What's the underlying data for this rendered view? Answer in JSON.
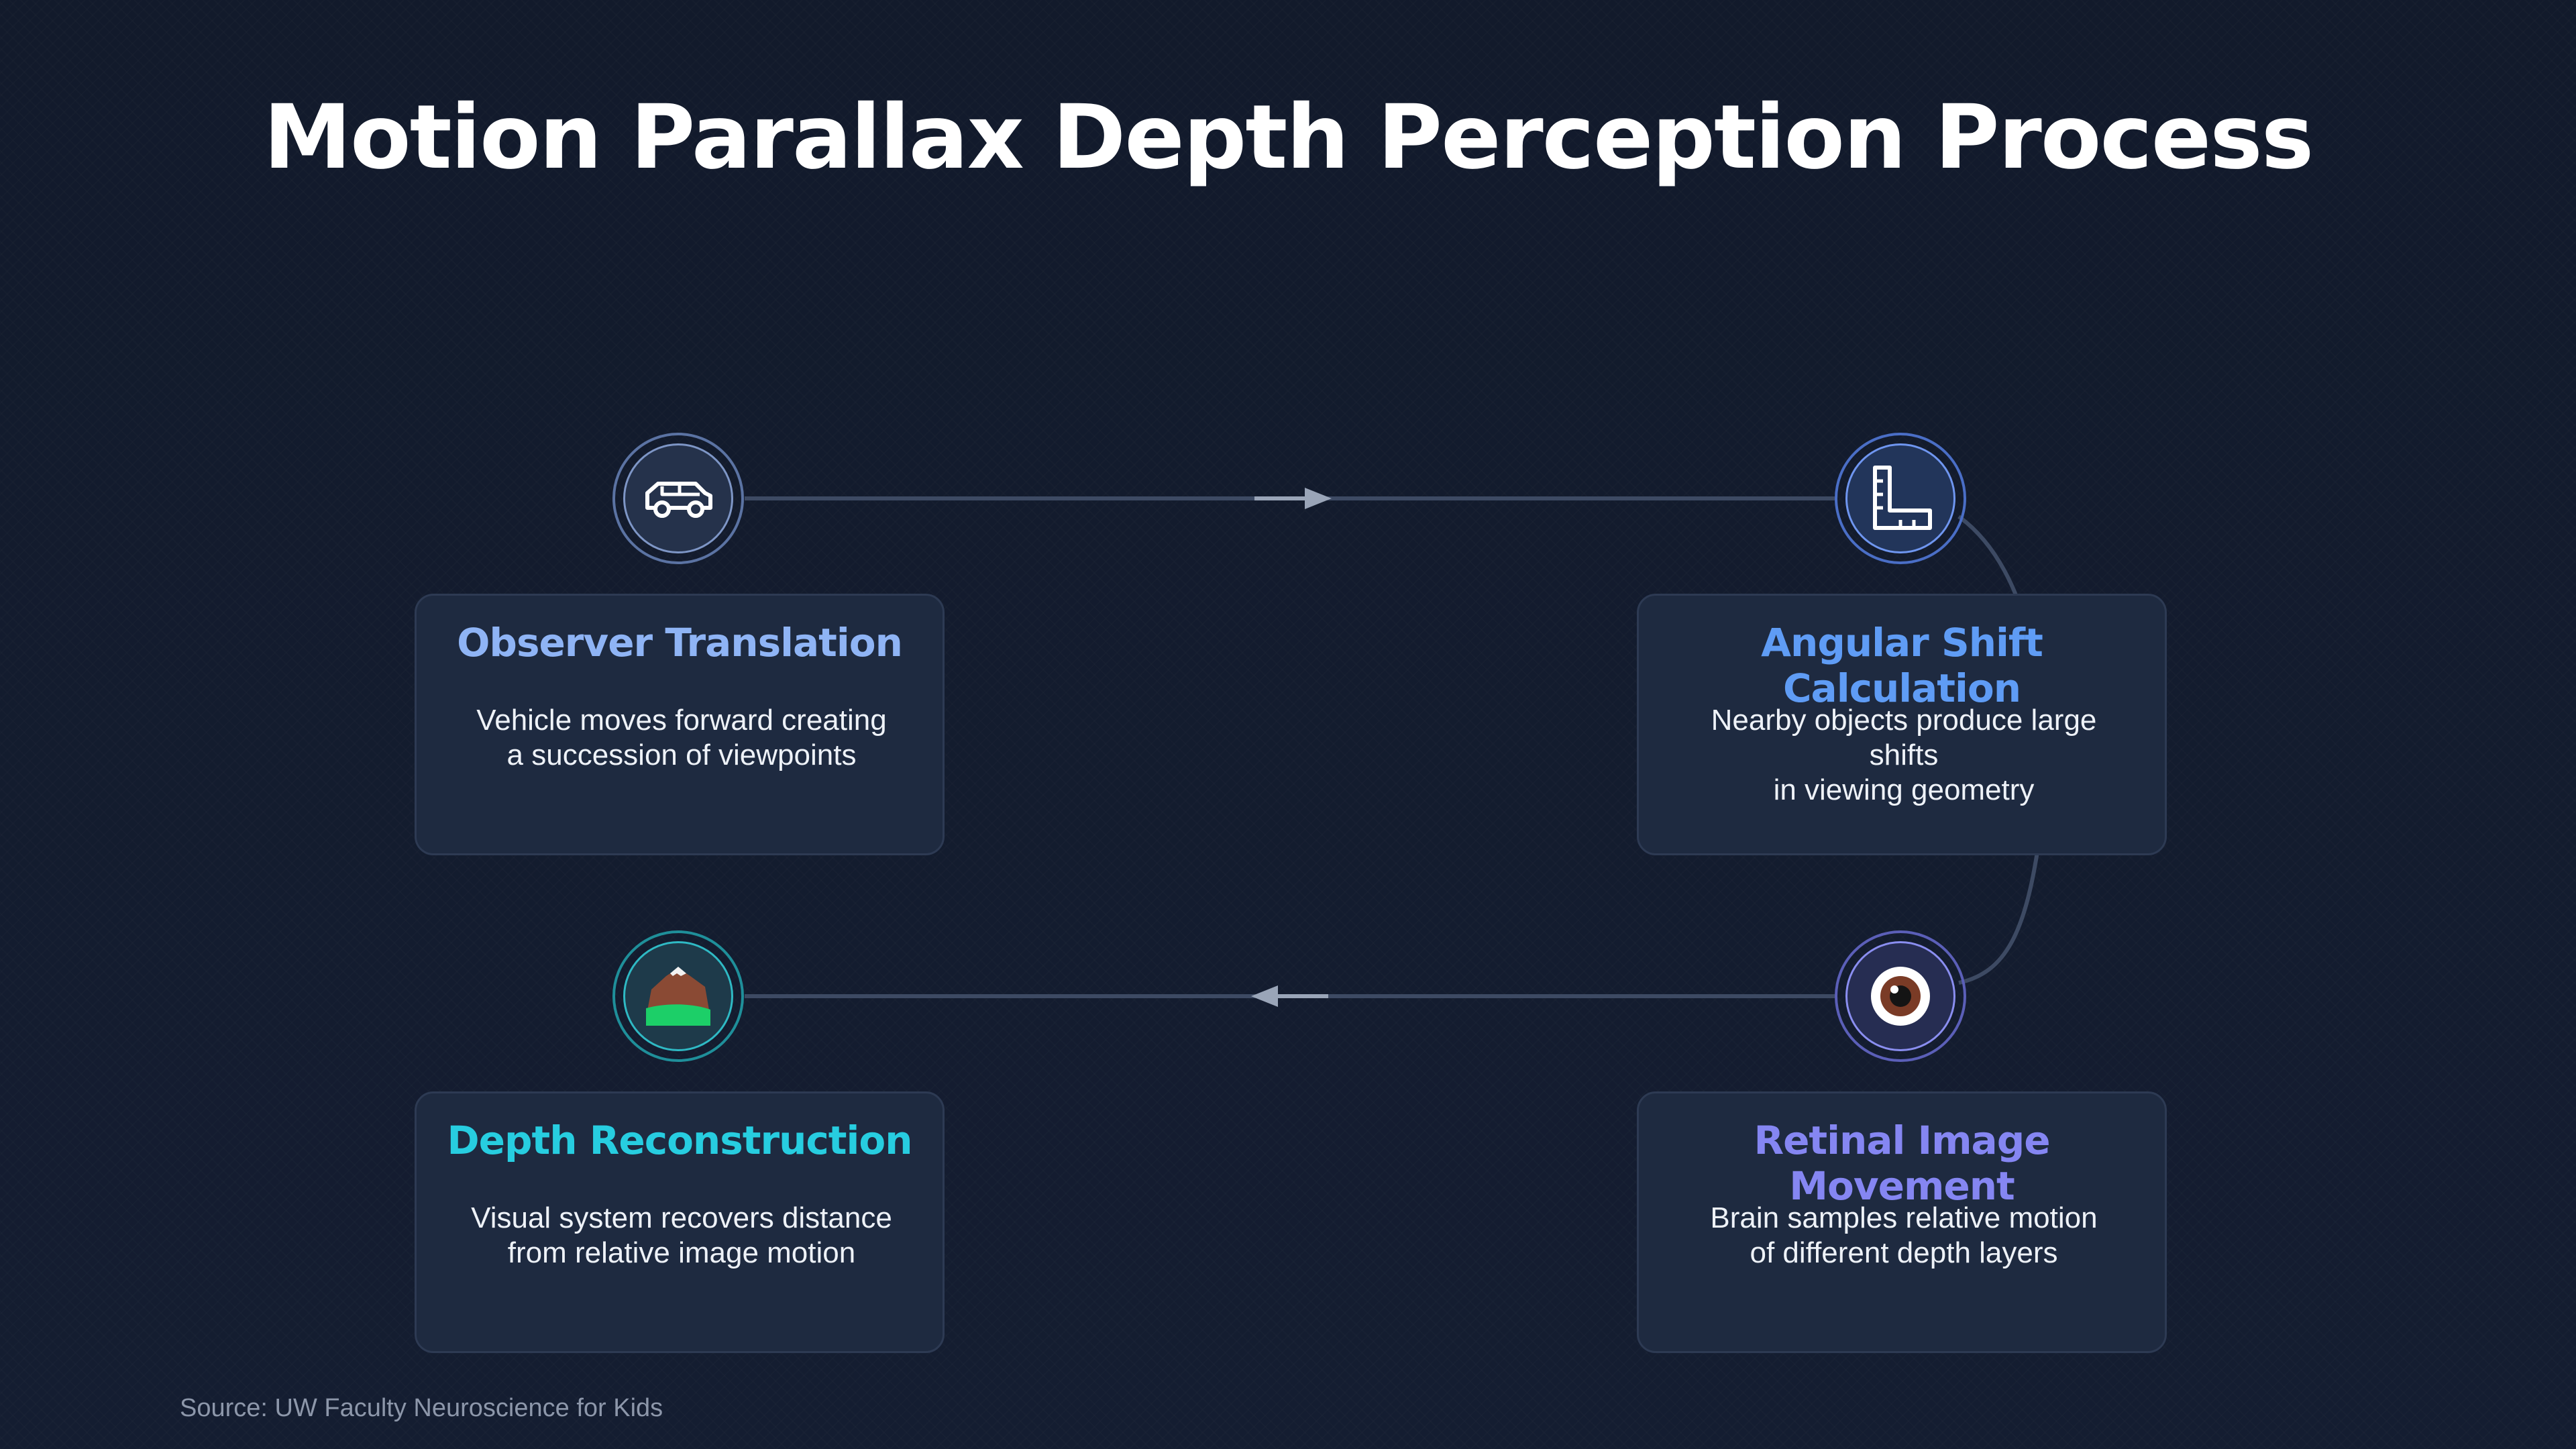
{
  "title": "Motion Parallax Depth Perception Process",
  "steps": [
    {
      "title": "Observer Translation",
      "description_line1": "Vehicle moves forward creating",
      "description_line2": "a succession of viewpoints",
      "icon": "car-icon",
      "color": "#8fb4f5"
    },
    {
      "title": "Angular Shift Calculation",
      "description_line1": "Nearby objects produce large shifts",
      "description_line2": "in viewing geometry",
      "icon": "ruler-angle-icon",
      "color": "#5f9cf5"
    },
    {
      "title": "Retinal Image Movement",
      "description_line1": "Brain samples relative motion",
      "description_line2": "of different depth layers",
      "icon": "eye-icon",
      "color": "#8586f2"
    },
    {
      "title": "Depth Reconstruction",
      "description_line1": "Visual system recovers distance",
      "description_line2": "from relative image motion",
      "icon": "mountain-icon",
      "color": "#27cde0"
    }
  ],
  "source": "Source: UW Faculty Neuroscience for Kids"
}
